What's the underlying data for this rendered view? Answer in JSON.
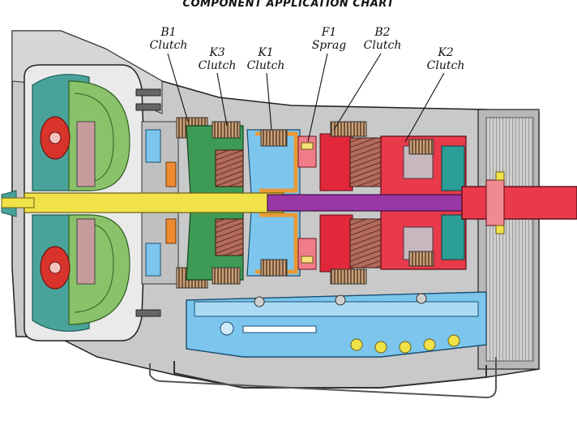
{
  "title": "COMPONENT APPLICATION CHART",
  "labels": {
    "b1": {
      "line1": "B1",
      "line2": "Clutch"
    },
    "k3": {
      "line1": "K3",
      "line2": "Clutch"
    },
    "k1": {
      "line1": "K1",
      "line2": "Clutch"
    },
    "f1": {
      "line1": "F1",
      "line2": "Sprag"
    },
    "b2": {
      "line1": "B2",
      "line2": "Clutch"
    },
    "k2": {
      "line1": "K2",
      "line2": "Clutch"
    }
  },
  "colors": {
    "case": "#bdbdbd",
    "case_dark": "#8e8e8e",
    "torque_converter_green": "#8ac26a",
    "stator_red": "#d8342c",
    "input_shaft_yellow": "#f2e24a",
    "mainshaft_purple": "#9a37a6",
    "planetary_red": "#e0283a",
    "valve_body_blue": "#7cc6ee",
    "output_red": "#e83a4a",
    "clutch_brown": "#9a6b4a",
    "k1_orange": "#e89a38",
    "teal": "#2b9e95"
  }
}
